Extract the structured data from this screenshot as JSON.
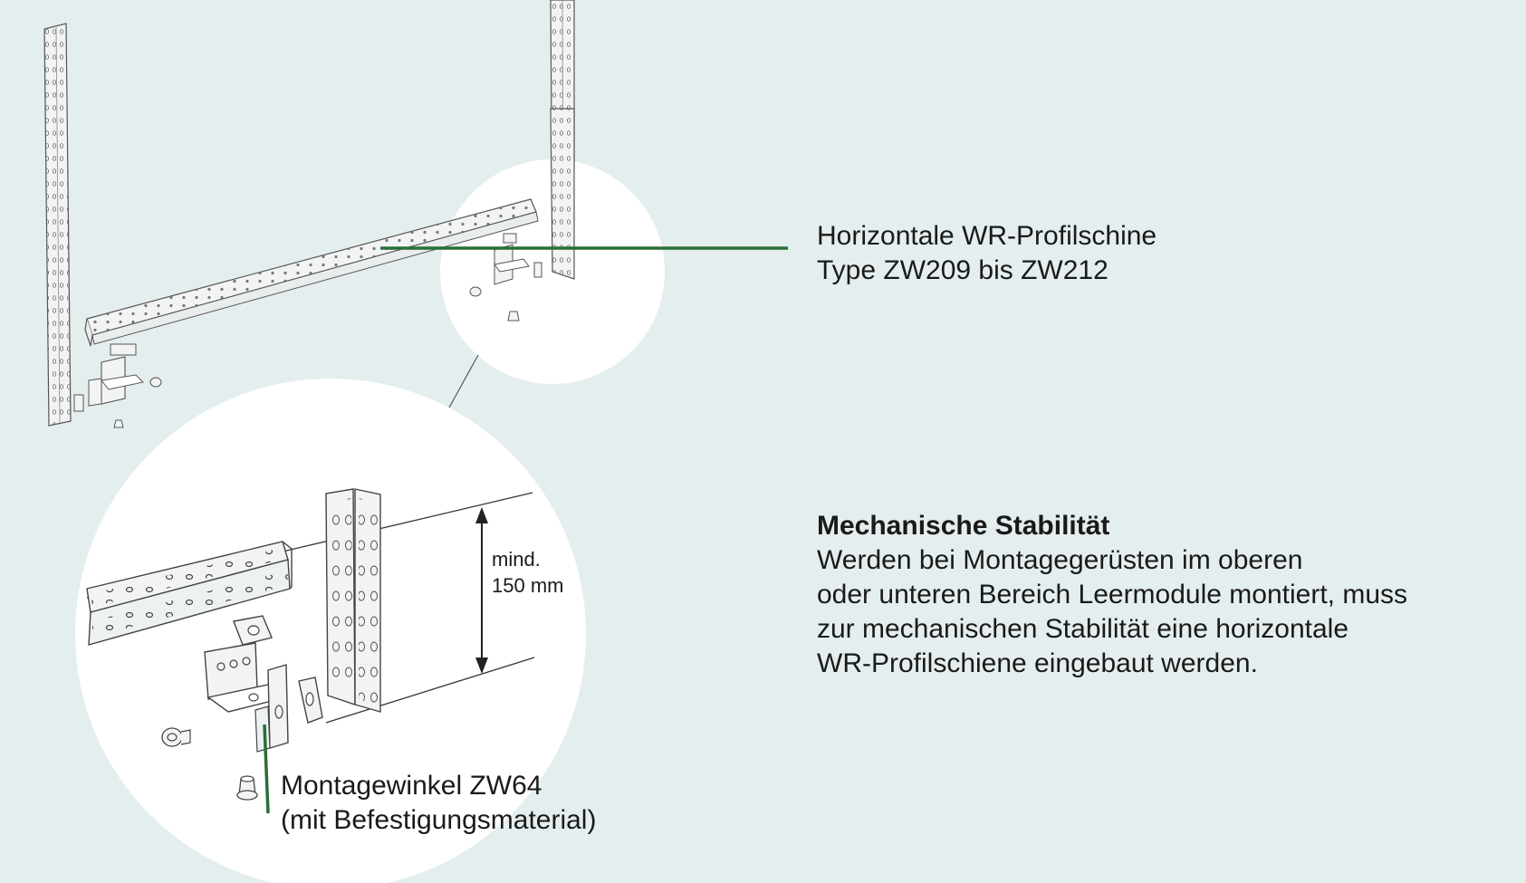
{
  "rail_label": {
    "line1": "Horizontale WR-Profilschine",
    "line2": "Type ZW209 bis ZW212"
  },
  "bracket_label": {
    "line1": "Montagewinkel ZW64",
    "line2": "(mit Befestigungsmaterial)"
  },
  "stability": {
    "heading": "Mechanische Stabilität",
    "lines": [
      "Werden bei Montagegerüsten im oberen",
      "oder unteren Bereich Leermodule montiert, muss",
      "zur mechanischen Stabilität eine horizontale",
      "WR-Profilschiene eingebaut werden."
    ]
  },
  "dimension": {
    "line1": "mind.",
    "line2": "150 mm"
  },
  "colors": {
    "background": "#e5eeee",
    "leader_green": "#2a6e36",
    "circle_fill": "#ffffff",
    "metal_fill": "#f2f4f4",
    "stroke": "#555555"
  }
}
